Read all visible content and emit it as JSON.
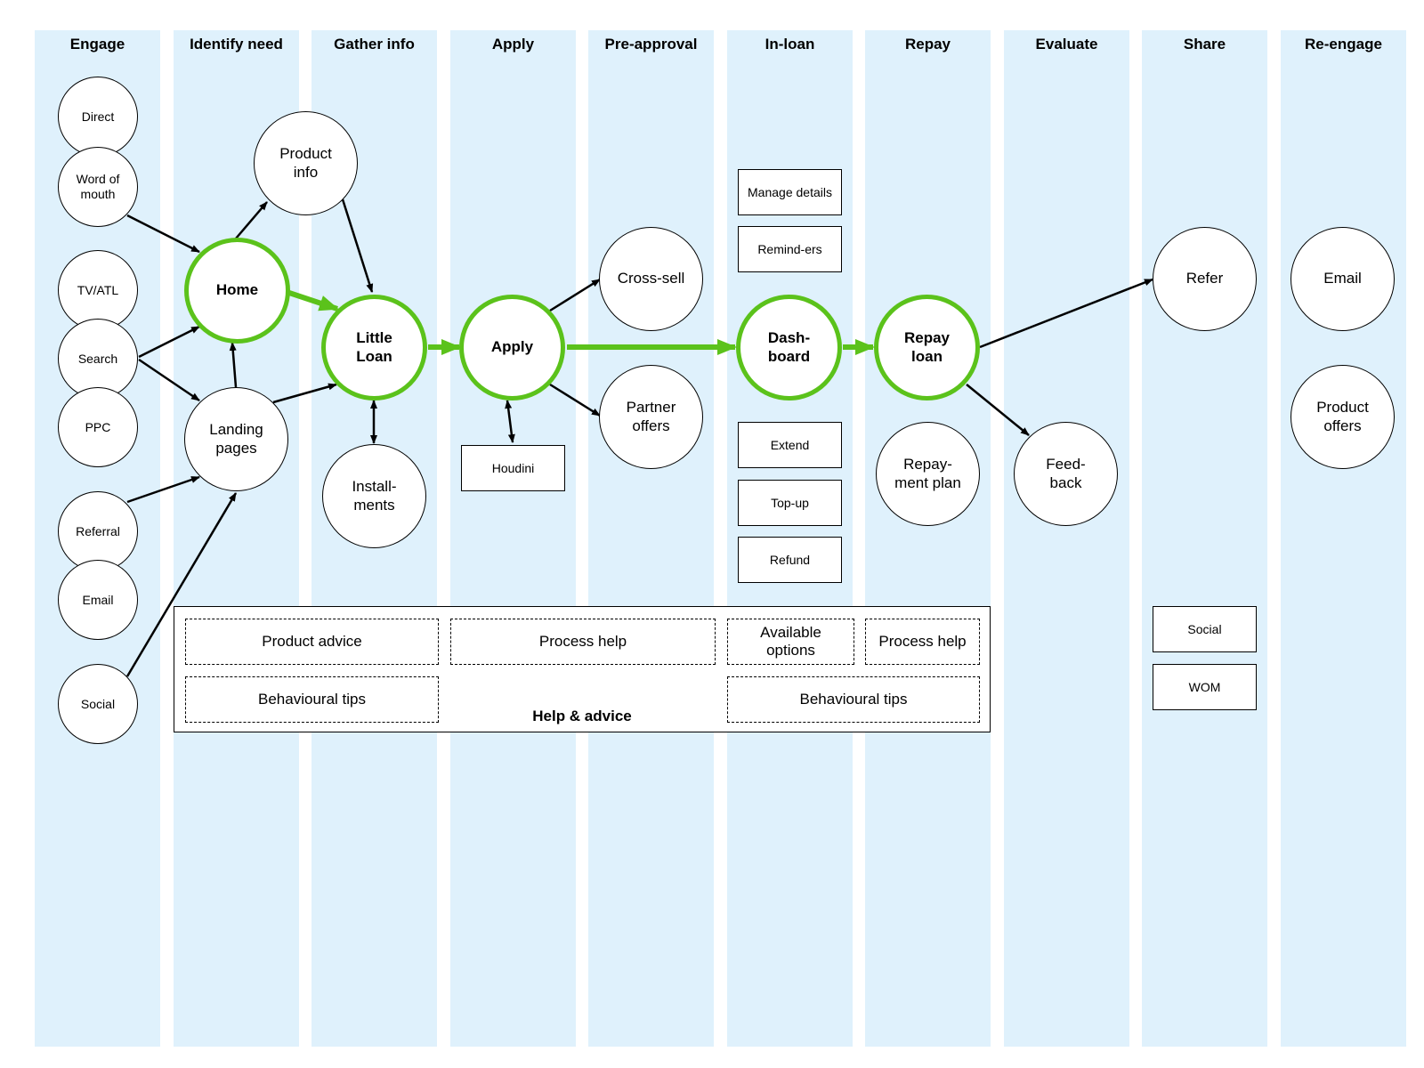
{
  "colors": {
    "lane": "#dff1fc",
    "accent": "#5bc21b",
    "ink": "#000000"
  },
  "lanes": [
    "Engage",
    "Identify need",
    "Gather info",
    "Apply",
    "Pre-approval",
    "In-loan",
    "Repay",
    "Evaluate",
    "Share",
    "Re-engage"
  ],
  "nodes": {
    "direct": "Direct",
    "word_of_mouth": "Word of\nmouth",
    "tv_atl": "TV/ATL",
    "search": "Search",
    "ppc": "PPC",
    "referral": "Referral",
    "email_engage": "Email",
    "social_engage": "Social",
    "home": "Home",
    "landing_pages": "Landing\npages",
    "product_info": "Product\ninfo",
    "little_loan": "Little\nLoan",
    "installments": "Install-\nments",
    "apply": "Apply",
    "houdini": "Houdini",
    "cross_sell": "Cross-sell",
    "partner_offers": "Partner\noffers",
    "manage_details": "Manage details",
    "reminders": "Remind-ers",
    "dashboard": "Dash-\nboard",
    "extend": "Extend",
    "top_up": "Top-up",
    "refund": "Refund",
    "repay_loan": "Repay\nloan",
    "repayment_plan": "Repay-\nment plan",
    "feedback": "Feed-\nback",
    "refer": "Refer",
    "social_share": "Social",
    "wom": "WOM",
    "email_reengage": "Email",
    "product_offers": "Product\noffers"
  },
  "help": {
    "title": "Help & advice",
    "product_advice": "Product advice",
    "process_help_apply": "Process help",
    "available_options": "Available\noptions",
    "process_help_repay": "Process help",
    "behavioural_tips_left": "Behavioural tips",
    "behavioural_tips_right": "Behavioural tips"
  }
}
